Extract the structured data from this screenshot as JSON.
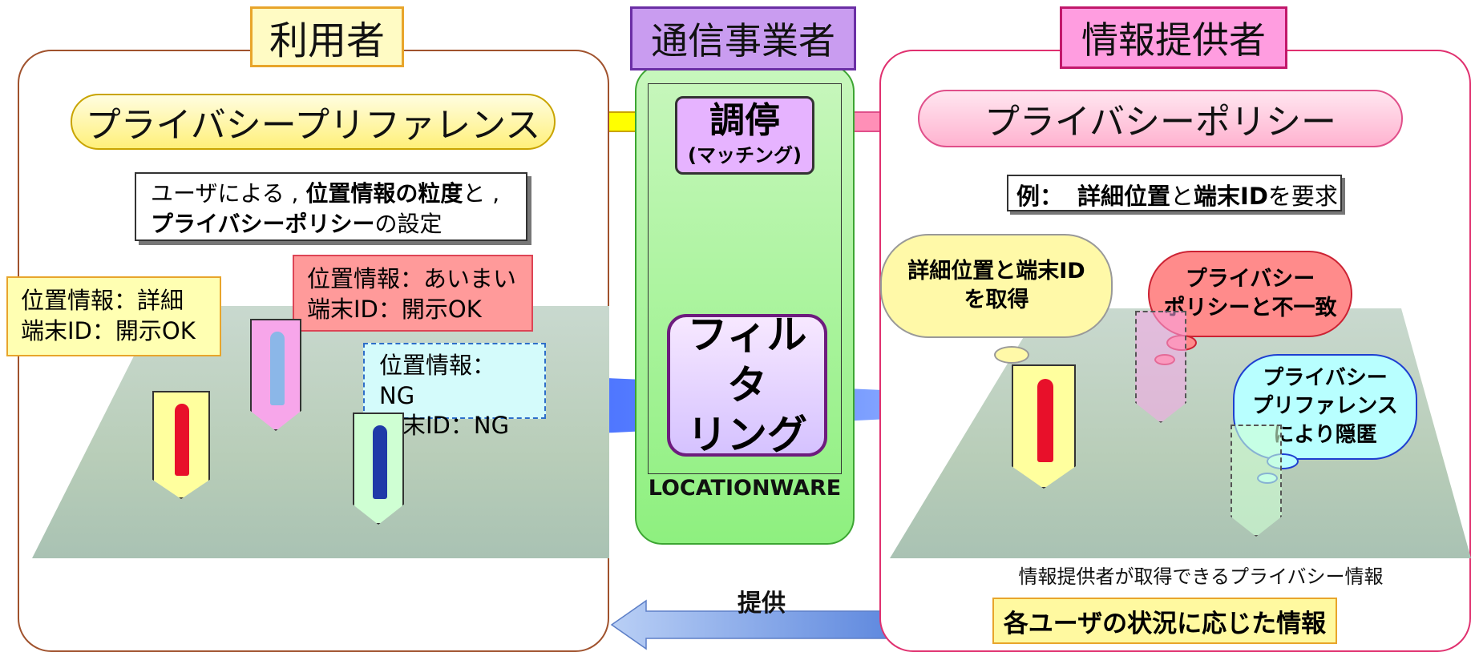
{
  "user_panel": {
    "title": "利用者",
    "preference_pill": "プライバシープリファレンス",
    "settings_box": {
      "line1": "ユーザによる , ",
      "line1_bold_a": "位置情報の粒度",
      "line1_mid": "と ,",
      "line2_bold": "プライバシーポリシー",
      "line2": "の設定"
    },
    "callout_detail": "位置情報：詳細\n端末ID：開示OK",
    "callout_vague": "位置情報：あいまい\n端末ID：開示OK",
    "callout_ng": "位置情報：NG\n端末ID：NG"
  },
  "carrier_panel": {
    "title": "通信事業者",
    "mediation_title": "調停",
    "mediation_sub": "(マッチング)",
    "filter_label": "フィルタ\nリング",
    "product_name": "LOCATIONWARE"
  },
  "provider_panel": {
    "title": "情報提供者",
    "policy_pill": "プライバシーポリシー",
    "example_prefix": "例：",
    "example_bold_a": "詳細位置",
    "example_mid": "と",
    "example_bold_b": "端末ID",
    "example_suffix": "を要求",
    "cloud_acquire": "詳細位置と端末ID\nを取得",
    "cloud_mismatch": "プライバシー\nポリシーと不一致",
    "cloud_hidden": "プライバシー\nプリファレンス\nにより隠匿",
    "map_caption": "情報提供者が取得できるプライバシー情報",
    "result_box": "各ユーザの状況に応じた情報"
  },
  "flow": {
    "provide_label": "提供"
  },
  "colors": {
    "tab_fill": "#fffbc4",
    "tab_border": "#e8a52b",
    "carrier_tab_fill": "#c99cf0",
    "provider_tab_fill": "#ff9de0",
    "green_panel": "#a6f29b",
    "pink_pill": "#ffc6dd",
    "yellow_pill": "#fff7a0"
  }
}
